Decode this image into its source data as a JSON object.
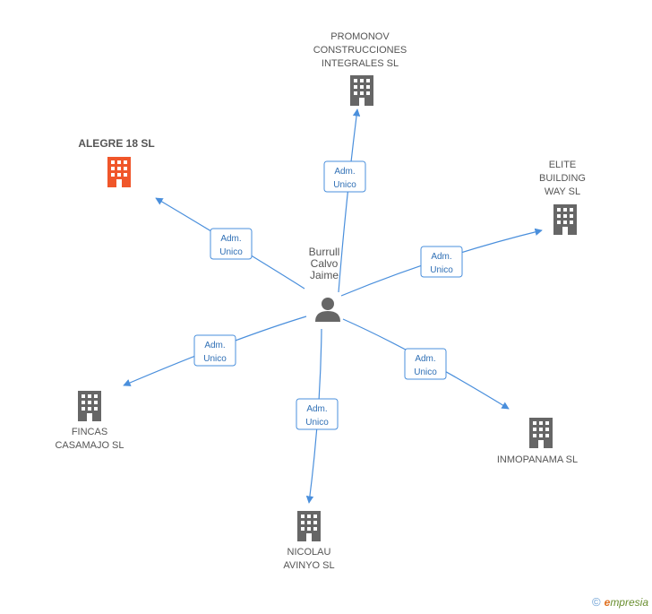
{
  "center": {
    "label_lines": [
      "Burrull",
      "Calvo",
      "Jaime"
    ],
    "icon": "person-icon"
  },
  "companies": [
    {
      "id": "promonov",
      "label_lines": [
        "PROMONOV",
        "CONSTRUCCIONES",
        "INTEGRALES  SL"
      ],
      "icon": "building-icon",
      "color": "#666666",
      "relation_lines": [
        "Adm.",
        "Unico"
      ]
    },
    {
      "id": "alegre",
      "label_lines": [
        "ALEGRE 18 SL"
      ],
      "icon": "building-icon",
      "color": "#f0562a",
      "highlight": true,
      "relation_lines": [
        "Adm.",
        "Unico"
      ]
    },
    {
      "id": "elite",
      "label_lines": [
        "ELITE",
        "BUILDING",
        "WAY SL"
      ],
      "icon": "building-icon",
      "color": "#666666",
      "relation_lines": [
        "Adm.",
        "Unico"
      ]
    },
    {
      "id": "fincas",
      "label_lines": [
        "FINCAS",
        "CASAMAJO SL"
      ],
      "icon": "building-icon",
      "color": "#666666",
      "relation_lines": [
        "Adm.",
        "Unico"
      ]
    },
    {
      "id": "inmopanama",
      "label_lines": [
        "INMOPANAMA SL"
      ],
      "icon": "building-icon",
      "color": "#666666",
      "relation_lines": [
        "Adm.",
        "Unico"
      ]
    },
    {
      "id": "nicolau",
      "label_lines": [
        "NICOLAU",
        "AVINYO SL"
      ],
      "icon": "building-icon",
      "color": "#666666",
      "relation_lines": [
        "Adm.",
        "Unico"
      ]
    }
  ],
  "colors": {
    "edge": "#4a8fdc",
    "building": "#666666",
    "building_highlight": "#f0562a",
    "person": "#666666"
  },
  "footer": {
    "copyright": "©",
    "brand_e": "e",
    "brand_rest": "mpresia"
  }
}
